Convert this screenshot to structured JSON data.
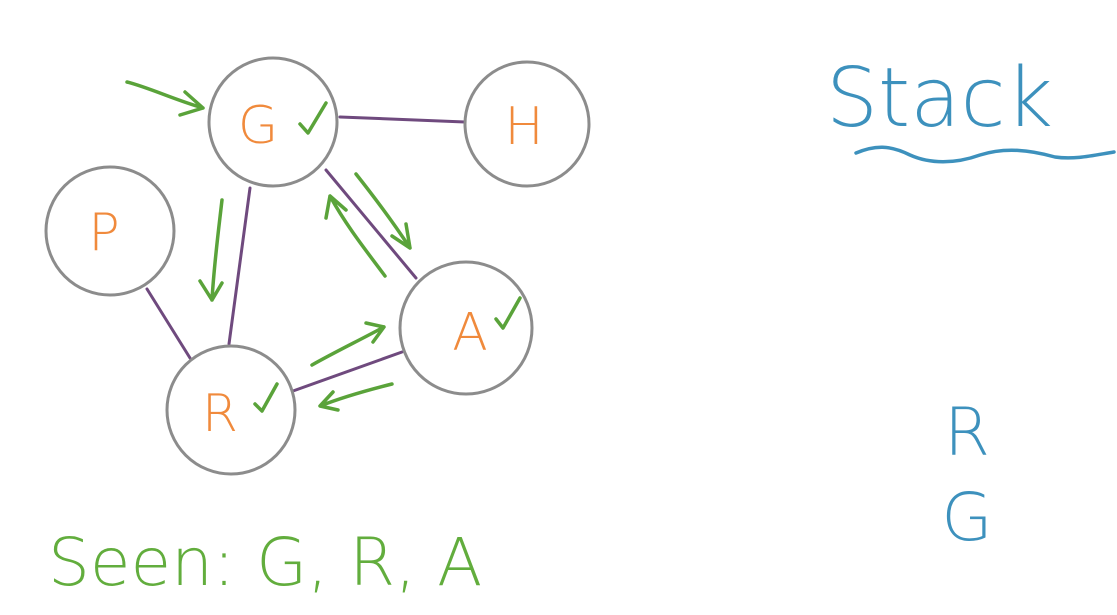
{
  "graph": {
    "nodes": [
      {
        "id": "G",
        "label": "G",
        "visited": true
      },
      {
        "id": "H",
        "label": "H",
        "visited": false
      },
      {
        "id": "P",
        "label": "P",
        "visited": false
      },
      {
        "id": "A",
        "label": "A",
        "visited": true
      },
      {
        "id": "R",
        "label": "R",
        "visited": true
      }
    ],
    "edges": [
      {
        "from": "G",
        "to": "H"
      },
      {
        "from": "G",
        "to": "R"
      },
      {
        "from": "G",
        "to": "A"
      },
      {
        "from": "P",
        "to": "R"
      },
      {
        "from": "R",
        "to": "A"
      }
    ]
  },
  "seen": {
    "text": "Seen: G, R, A"
  },
  "stack": {
    "title": "Stack",
    "items": [
      "R",
      "G"
    ]
  },
  "colors": {
    "node_label": "#f08a3c",
    "edge": "#6f4a7e",
    "traversal_arrow": "#5aa33a",
    "stack_text": "#3d91bd",
    "seen_text": "#62ad3d"
  }
}
